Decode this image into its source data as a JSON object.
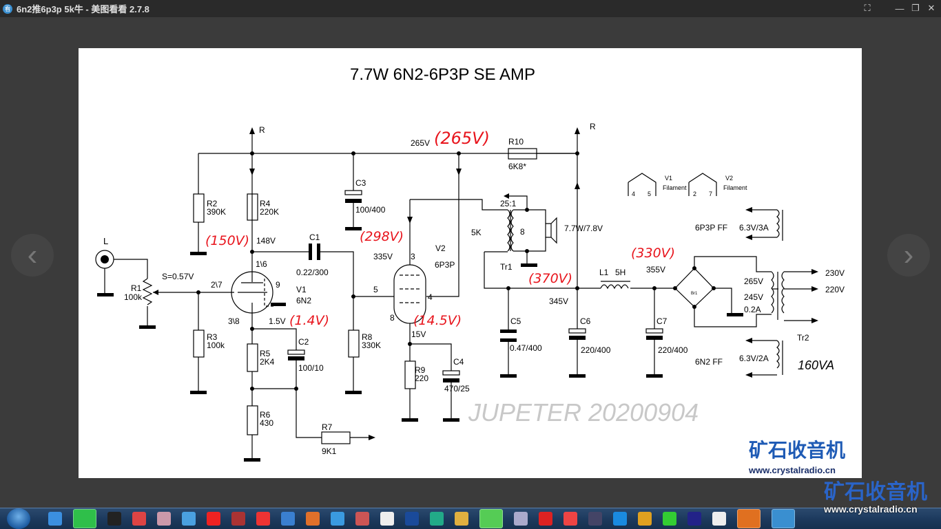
{
  "window": {
    "title": "6n2推6p3p 5k牛 - 美图看看 2.7.8",
    "app_icon": "看"
  },
  "controls": {
    "fit": "⛶",
    "minimize": "—",
    "restore": "❐",
    "close": "✕"
  },
  "nav": {
    "prev": "‹",
    "next": "›"
  },
  "schematic": {
    "title": "7.7W  6N2-6P3P   SE AMP",
    "labels": {
      "r_top_left": "R",
      "r_top_right": "R",
      "r2": "R2",
      "r2v": "390K",
      "r4": "R4",
      "r4v": "220K",
      "c3": "C3",
      "c3v": "100/400",
      "v148": "148V",
      "c1": "C1",
      "c1v": "0.22/300",
      "jack": "L",
      "r1": "R1",
      "r1v": "100k",
      "s": "S=0.57V",
      "p16": "1\\6",
      "p27": "2\\7",
      "p9": "9",
      "p38": "3\\8",
      "v1": "V1",
      "v1t": "6N2",
      "v15": "1.5V",
      "r3": "R3",
      "r3v": "100k",
      "r5": "R5",
      "r5v": "2K4",
      "c2": "C2",
      "c2v": "100/10",
      "r6": "R6",
      "r6v": "430",
      "r7": "R7",
      "r7v": "9K1",
      "r8": "R8",
      "r8v": "330K",
      "pin5": "5",
      "v335": "335V",
      "pin3": "3",
      "pin4": "4",
      "pin8": "8",
      "v2": "V2",
      "v2t": "6P3P",
      "v15b": "15V",
      "r9": "R9",
      "r9v": "220",
      "c4": "C4",
      "c4v": "470/25",
      "v265": "265V",
      "r10": "R10",
      "r10v": "6K8*",
      "ratio": "25:1",
      "k5": "5K",
      "ohm8": "8",
      "tr1": "Tr1",
      "spk": "7.7W/7.8V",
      "v345": "345V",
      "l1": "L1",
      "l1v": "5H",
      "v355": "355V",
      "c5": "C5",
      "c5v": "0.47/400",
      "c6": "C6",
      "c6v": "220/400",
      "c7": "C7",
      "c7v": "220/400",
      "f1": "V1",
      "f1b": "Filament",
      "f1p1": "4",
      "f1p2": "5",
      "f2": "V2",
      "f2b": "Filament",
      "f2p1": "2",
      "f2p2": "7",
      "ff1": "6P3P FF",
      "ff1v": "6.3V/3A",
      "ff2": "6N2 FF",
      "ff2v": "6.3V/2A",
      "br": "Br1",
      "s265": "265V",
      "s245": "245V",
      "s02": "0.2A",
      "m230": "230V",
      "m220": "220V",
      "tr2": "Tr2",
      "va": "160VA"
    },
    "annotations": {
      "a150": "(150V)",
      "a298": "(298V)",
      "a265": "(265V)",
      "a14": "(1.4V)",
      "a145": "(14.5V)",
      "a370": "(370V)",
      "a330": "(330V)"
    },
    "watermark": "JUPETER 20200904",
    "logo": {
      "cn": "矿石收音机",
      "url": "www.crystalradio.cn"
    },
    "annotation_color": "#e8141c"
  },
  "taskbar": {
    "icons": [
      "settings",
      "wechat",
      "qq",
      "photo-app",
      "map-app",
      "browser-app",
      "netease-music",
      "game-app",
      "app-red",
      "news-app",
      "firefox-like",
      "network-app",
      "radio-app",
      "terminal-app",
      "blue-app",
      "plot-app",
      "file-explorer",
      "ie-browser",
      "screenshot-app",
      "red-app-1",
      "red-app-2",
      "media-app",
      "edge-browser",
      "play-app",
      "graph-app",
      "nr-app",
      "fox-app",
      "active-app",
      "image-viewer"
    ],
    "overlay_logo": {
      "cn": "矿石收音机",
      "url": "www.crystalradio.cn"
    }
  }
}
